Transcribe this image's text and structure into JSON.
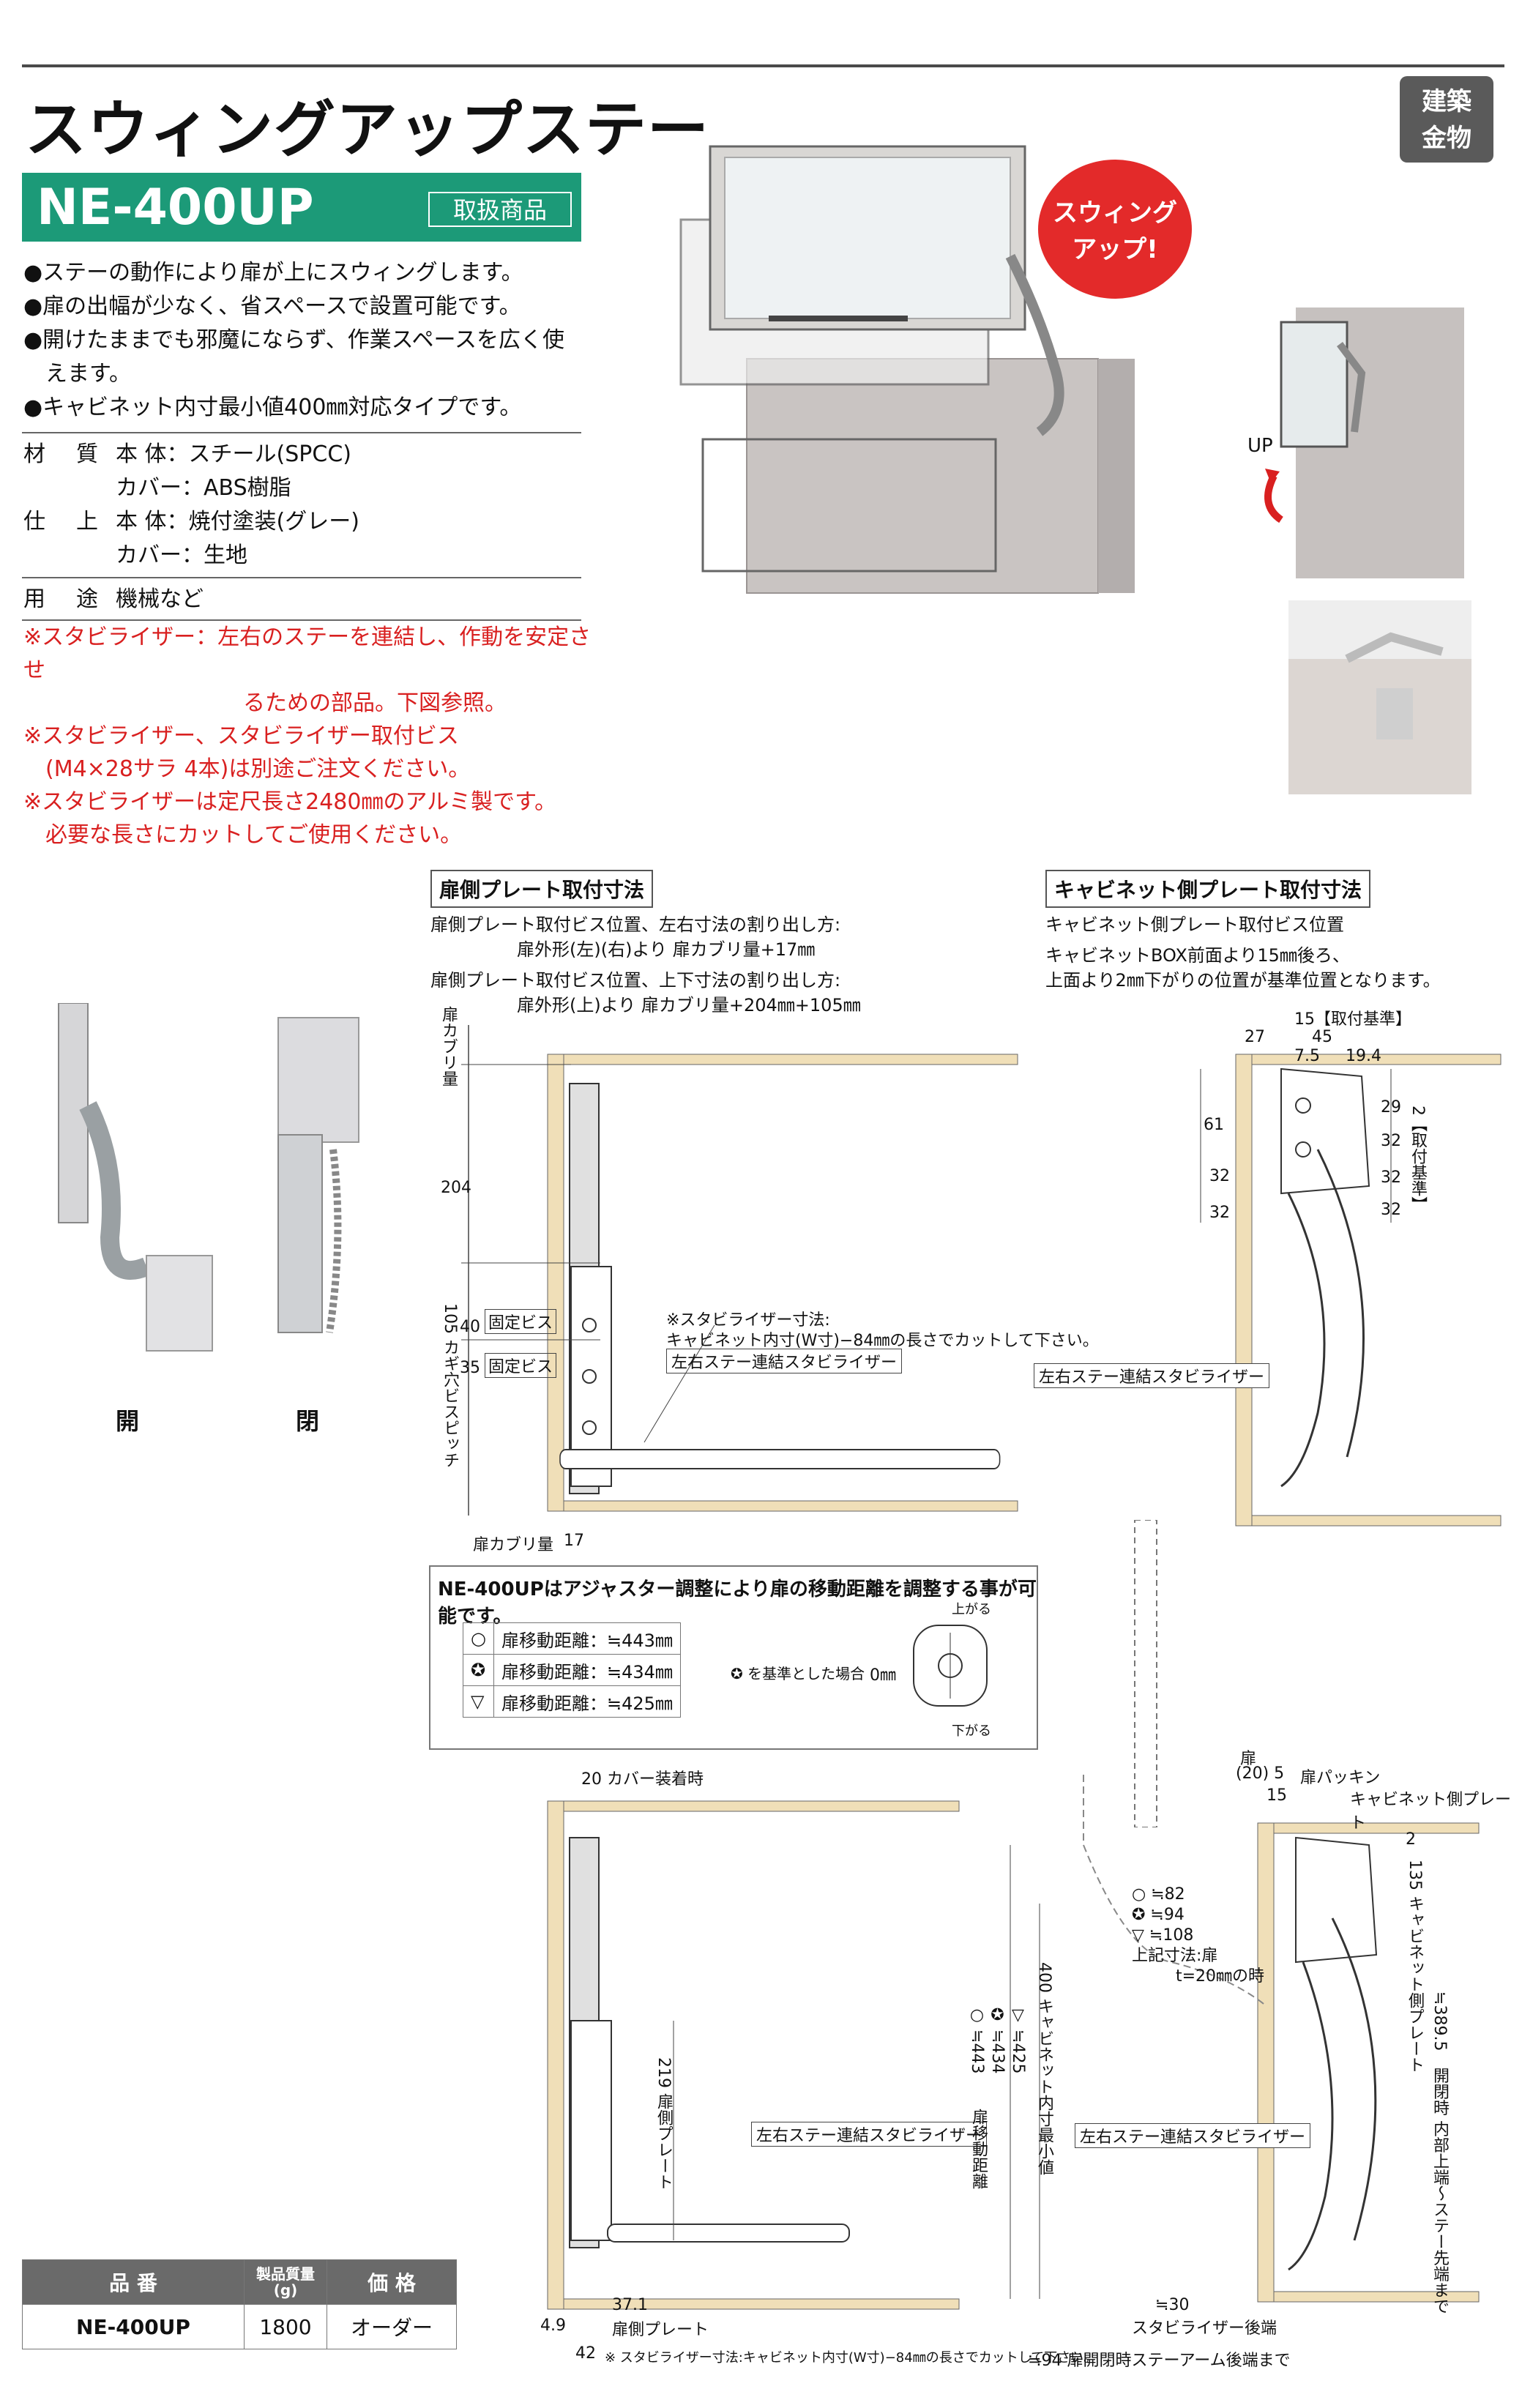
{
  "title": "スウィングアップステー",
  "category_badge": [
    "建築",
    "金物"
  ],
  "model": {
    "name": "NE-400UP",
    "tag": "取扱商品"
  },
  "bullets": [
    "●ステーの動作により扉が上にスウィングします。",
    "●扉の出幅が少なく、省スペースで設置可能です。",
    "●開けたままでも邪魔にならず、作業スペースを広く使",
    "　えます。",
    "●キャビネット内寸最小値400㎜対応タイプです。"
  ],
  "specs": {
    "material_label": "材　質",
    "material_body": "本 体：スチール(SPCC)",
    "material_cover": "カバー：ABS樹脂",
    "finish_label": "仕　上",
    "finish_body": "本 体：焼付塗装(グレー)",
    "finish_cover": "カバー：生地",
    "use_label": "用　途",
    "use_value": "機械など"
  },
  "notes": [
    "※スタビライザー：左右のステーを連結し、作動を安定させ",
    "　　　　　　　　　　るための部品。下図参照。",
    "※スタビライザー、スタビライザー取付ビス",
    "　(M4×28サラ 4本)は別途ご注文ください。",
    "※スタビライザーは定尺長さ2480㎜のアルミ製です。",
    "　必要な長さにカットしてご使用ください。"
  ],
  "hero": {
    "bubble_line1": "スウィング",
    "bubble_line2": "アップ!",
    "up_label": "UP"
  },
  "photo_labels": {
    "open": "開",
    "closed": "閉"
  },
  "door_plate": {
    "heading": "扉側プレート取付寸法",
    "desc1": "扉側プレート取付ビス位置、左右寸法の割り出し方:",
    "desc2": "扉外形(左)(右)より 扉カブリ量+17㎜",
    "desc3": "扉側プレート取付ビス位置、上下寸法の割り出し方:",
    "desc4": "扉外形(上)より 扉カブリ量+204㎜+105㎜",
    "dims": {
      "overlay_top": "扉カブリ量",
      "d204": "204",
      "d40": "40",
      "d35": "35",
      "pitch": "105 カギ穴ビスピッチ",
      "fixed1": "固定ビス",
      "fixed2": "固定ビス",
      "overlay_bottom": "扉カブリ量",
      "d17": "17"
    },
    "stab_note1": "※スタビライザー寸法:",
    "stab_note2": "キャビネット内寸(W寸)−84㎜の長さでカットして下さい。",
    "stab_label": "左右ステー連結スタビライザー"
  },
  "cabinet_plate": {
    "heading": "キャビネット側プレート取付寸法",
    "desc1": "キャビネット側プレート取付ビス位置",
    "desc2": "キャビネットBOX前面より15㎜後ろ、",
    "desc3": "上面より2㎜下がりの位置が基準位置となります。",
    "dims": {
      "ref15": "15【取付基準】",
      "d27": "27",
      "d45": "45",
      "d7_5": "7.5",
      "d19_4": "19.4",
      "d61": "61",
      "d32a": "32",
      "d32b": "32",
      "d29": "29",
      "d32c": "32",
      "d32d": "32",
      "d32e": "32",
      "ref2": "2【取付基準】"
    },
    "stab_label": "左右ステー連結スタビライザー"
  },
  "adjuster": {
    "heading": "NE-400UPはアジャスター調整により扉の移動距離を調整する事が可能です。",
    "rows": [
      {
        "symbol": "○",
        "label": "扉移動距離：≒443㎜"
      },
      {
        "symbol": "✪",
        "label": "扉移動距離：≒434㎜"
      },
      {
        "symbol": "▽",
        "label": "扉移動距離：≒425㎜"
      }
    ],
    "base_note": "✪ を基準とした場合",
    "zero": "0㎜",
    "up": "上がる",
    "down": "下がる"
  },
  "side_view": {
    "d20_cover": "20 カバー装着時",
    "door_plate_219": "219 扉側プレート",
    "stab_label": "左右ステー連結スタビライザー",
    "d37_1": "37.1",
    "door_plate": "扉側プレート",
    "d4_9": "4.9",
    "d42": "42",
    "bottom_note": "※ スタビライザー寸法:キャビネット内寸(W寸)−84㎜の長さでカットして下さい。",
    "door": "扉",
    "d20_5": "(20) 5",
    "door_packing": "扉パッキン",
    "d15": "15",
    "cabinet_plate": "キャビネット側プレート",
    "d2": "2",
    "legend_82": "○ ≒82",
    "legend_94": "✪ ≒94",
    "legend_108": "▽ ≒108",
    "legend_note1": "上記寸法:扉",
    "legend_note2": "t=20㎜の時",
    "travel_443": "○ ≒443",
    "travel_434": "✪ ≒434",
    "travel_425": "▽ ≒425",
    "travel_label": "扉移動距離",
    "inner_min": "400 キャビネット内寸最小値",
    "d135": "135 キャビネット側プレート",
    "d389": "≒389.5　開閉時 内部上端〜ステー先端まで",
    "stab2_label": "左右ステー連結スタビライザー",
    "d30": "≒30",
    "stab_rear": "スタビライザー後端",
    "d94": "≒94 扉開閉時ステーアーム後端まで"
  },
  "price_table": {
    "headers": [
      "品 番",
      "製品質量\n(g)",
      "価 格"
    ],
    "row": [
      "NE-400UP",
      "1800",
      "オーダー"
    ]
  }
}
